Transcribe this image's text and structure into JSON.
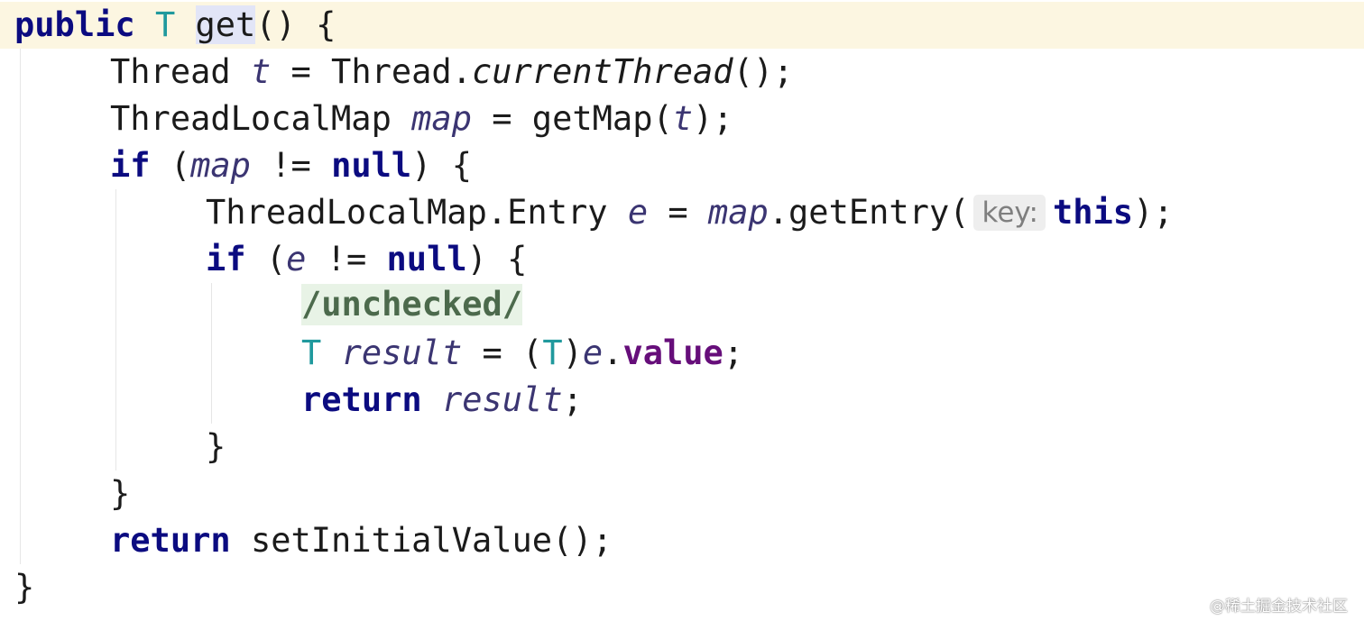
{
  "editor": {
    "lines": {
      "l1": {
        "kw": "public",
        "type": "T",
        "method": "get",
        "rest": "() {"
      },
      "l2": {
        "type": "Thread",
        "var": "t",
        "eq": " = Thread.",
        "call": "currentThread",
        "rest": "();"
      },
      "l3": {
        "type": "ThreadLocalMap",
        "var": "map",
        "mid": " = getMap(",
        "arg": "t",
        "rest": ");"
      },
      "l4": {
        "kw": "if",
        "open": " (",
        "var": "map",
        "op": " != ",
        "null": "null",
        "rest": ") {"
      },
      "l5": {
        "type": "ThreadLocalMap.Entry",
        "var": "e",
        "eq": " = ",
        "obj": "map",
        "call": ".getEntry(",
        "hint": "key:",
        "this": "this",
        "rest": ");"
      },
      "l6": {
        "kw": "if",
        "open": " (",
        "var": "e",
        "op": " != ",
        "null": "null",
        "rest": ") {"
      },
      "l7": {
        "comment": "/unchecked/"
      },
      "l8": {
        "type": "T",
        "var": "result",
        "eq": " = (",
        "cast": "T",
        "close": ")",
        "obj": "e",
        "dot": ".",
        "field": "value",
        "rest": ";"
      },
      "l9": {
        "kw": "return",
        "var": "result",
        "rest": ";"
      },
      "l10": {
        "brace": "}"
      },
      "l11": {
        "brace": "}"
      },
      "l12": {
        "kw": "return",
        "call": "setInitialValue",
        "rest": "();"
      },
      "l13": {
        "brace": "}"
      }
    }
  },
  "watermark": "@稀土掘金技术社区"
}
